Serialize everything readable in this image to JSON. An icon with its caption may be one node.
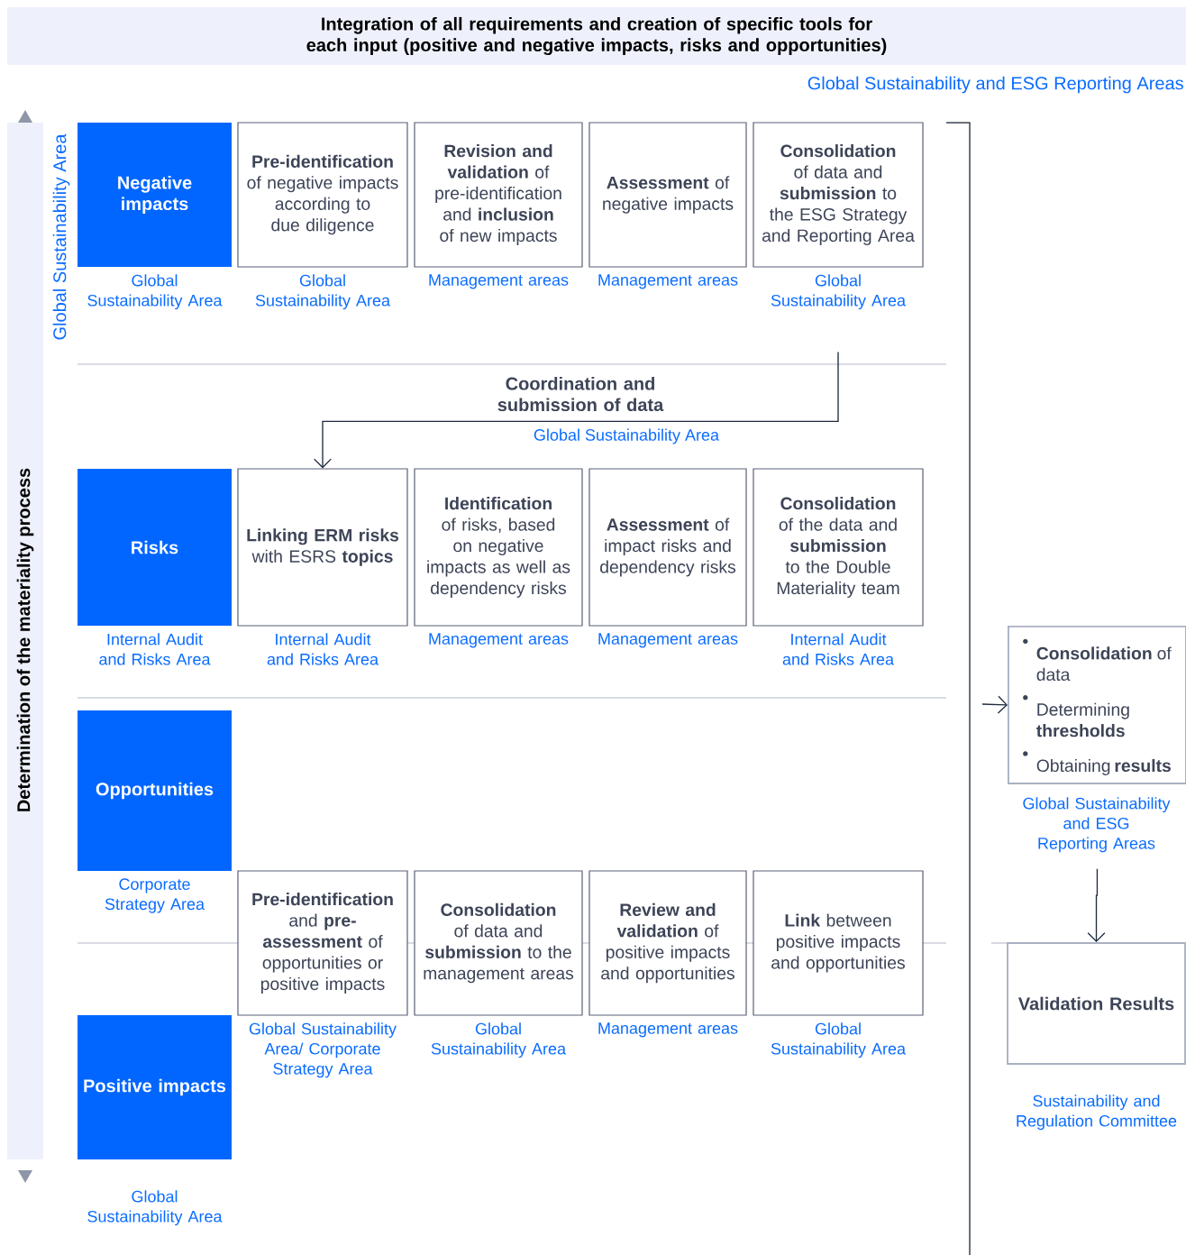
{
  "diagram": {
    "title": "Integration of all requirements and creation of specific tools for each input (positive and negative impacts, risks and opportunities)",
    "nodes": [
      {
        "text": [
          "Negative impacts"
        ],
        "beside": [
          "Global Sustainability Area"
        ]
      },
      {
        "text": [
          "**Pre-identification** of negative impacts according to due diligence"
        ],
        "beside": [
          "Global Sustainability Area"
        ]
      },
      {
        "text": [
          "**Revision and validation** of pre-identification and **inclusion** of new impacts"
        ],
        "beside": [
          "Management areas"
        ]
      },
      {
        "text": [
          "**Assessment** of negative impacts"
        ],
        "beside": [
          "Management areas"
        ]
      },
      {
        "text": [
          "**Consolidation** of data and **submission** to the ESG Strategy and Reporting Area"
        ],
        "beside": [
          "Global Sustainability Area"
        ]
      },
      {
        "text": [
          "Risks"
        ],
        "beside": [
          "Internal Audit and Risks Area"
        ]
      },
      {
        "text": [
          "**Linking ERM risks** with ESRS **topics**"
        ],
        "beside": [
          "Internal Audit and Risks Area"
        ]
      },
      {
        "text": [
          "**Identification** of risks, based on negative impacts as well as dependency risks"
        ],
        "beside": [
          "Management areas"
        ]
      },
      {
        "text": [
          "**Assessment** of impact risks and dependency risks"
        ],
        "beside": [
          "Management areas"
        ]
      },
      {
        "text": [
          "**Consolidation** of the data and **submission** to the Double Materiality team"
        ],
        "beside": [
          "Internal Audit and Risks Area"
        ]
      },
      {
        "text": [
          "Opportunities"
        ],
        "beside": [
          "Corporate Strategy Area"
        ]
      },
      {
        "text": [
          "**Pre-identification** and **pre-assessment** of opportunities or positive impacts"
        ],
        "beside": [
          "Global Sustainability Area/ Corporate Strategy Area"
        ]
      },
      {
        "text": [
          "**Consolidation** of data and **submission** to the management areas"
        ],
        "beside": [
          "Global Sustainability Area"
        ]
      },
      {
        "text": [
          "**Review and validation** of positive impacts and opportunities"
        ],
        "beside": [
          "Management areas"
        ]
      },
      {
        "text": [
          "**Link** between positive impacts and opportunities"
        ],
        "beside": [
          "Global Sustainability Area"
        ]
      },
      {
        "text": [
          "Positive impacts"
        ],
        "beside": [
          "Global Sustainability Area"
        ]
      },
      {
        "text": [
          "**Consolidation** of data",
          "Determining **thresholds**",
          "Obtaining **results**"
        ],
        "beside": [
          "Global Sustainability and ESG Reporting Areas"
        ]
      },
      {
        "text": [
          "Validation Results"
        ],
        "beside": [
          "Sustainability and Regulation Committee"
        ]
      }
    ],
    "edges": [
      {
        "from": 4,
        "to": 6,
        "arrow": "to",
        "label": "Coordination and submission of data"
      },
      {
        "from": null,
        "to": 16,
        "arrow": "to"
      },
      {
        "from": 16,
        "to": 17,
        "arrow": "to"
      }
    ],
    "labels": [
      "Global Sustainability and ESG Reporting Areas",
      "Global Sustainability Area",
      "Determination of the materiality process",
      "Global Sustainability Area"
    ]
  }
}
